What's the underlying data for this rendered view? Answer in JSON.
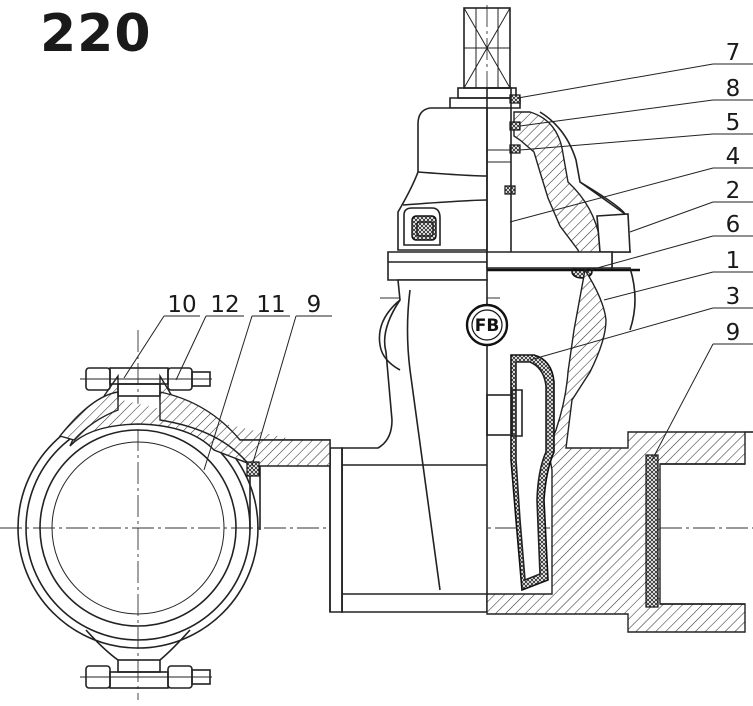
{
  "title": "220",
  "logo": {
    "text": "FB"
  },
  "callouts": {
    "c7": "7",
    "c8": "8",
    "c5": "5",
    "c4": "4",
    "c2": "2",
    "c6": "6",
    "c1": "1",
    "c3": "3",
    "c9_right": "9",
    "c10": "10",
    "c12": "12",
    "c11": "11",
    "c9_left": "9"
  },
  "colors": {
    "ink": "#1a1a1a",
    "paper": "#ffffff"
  }
}
